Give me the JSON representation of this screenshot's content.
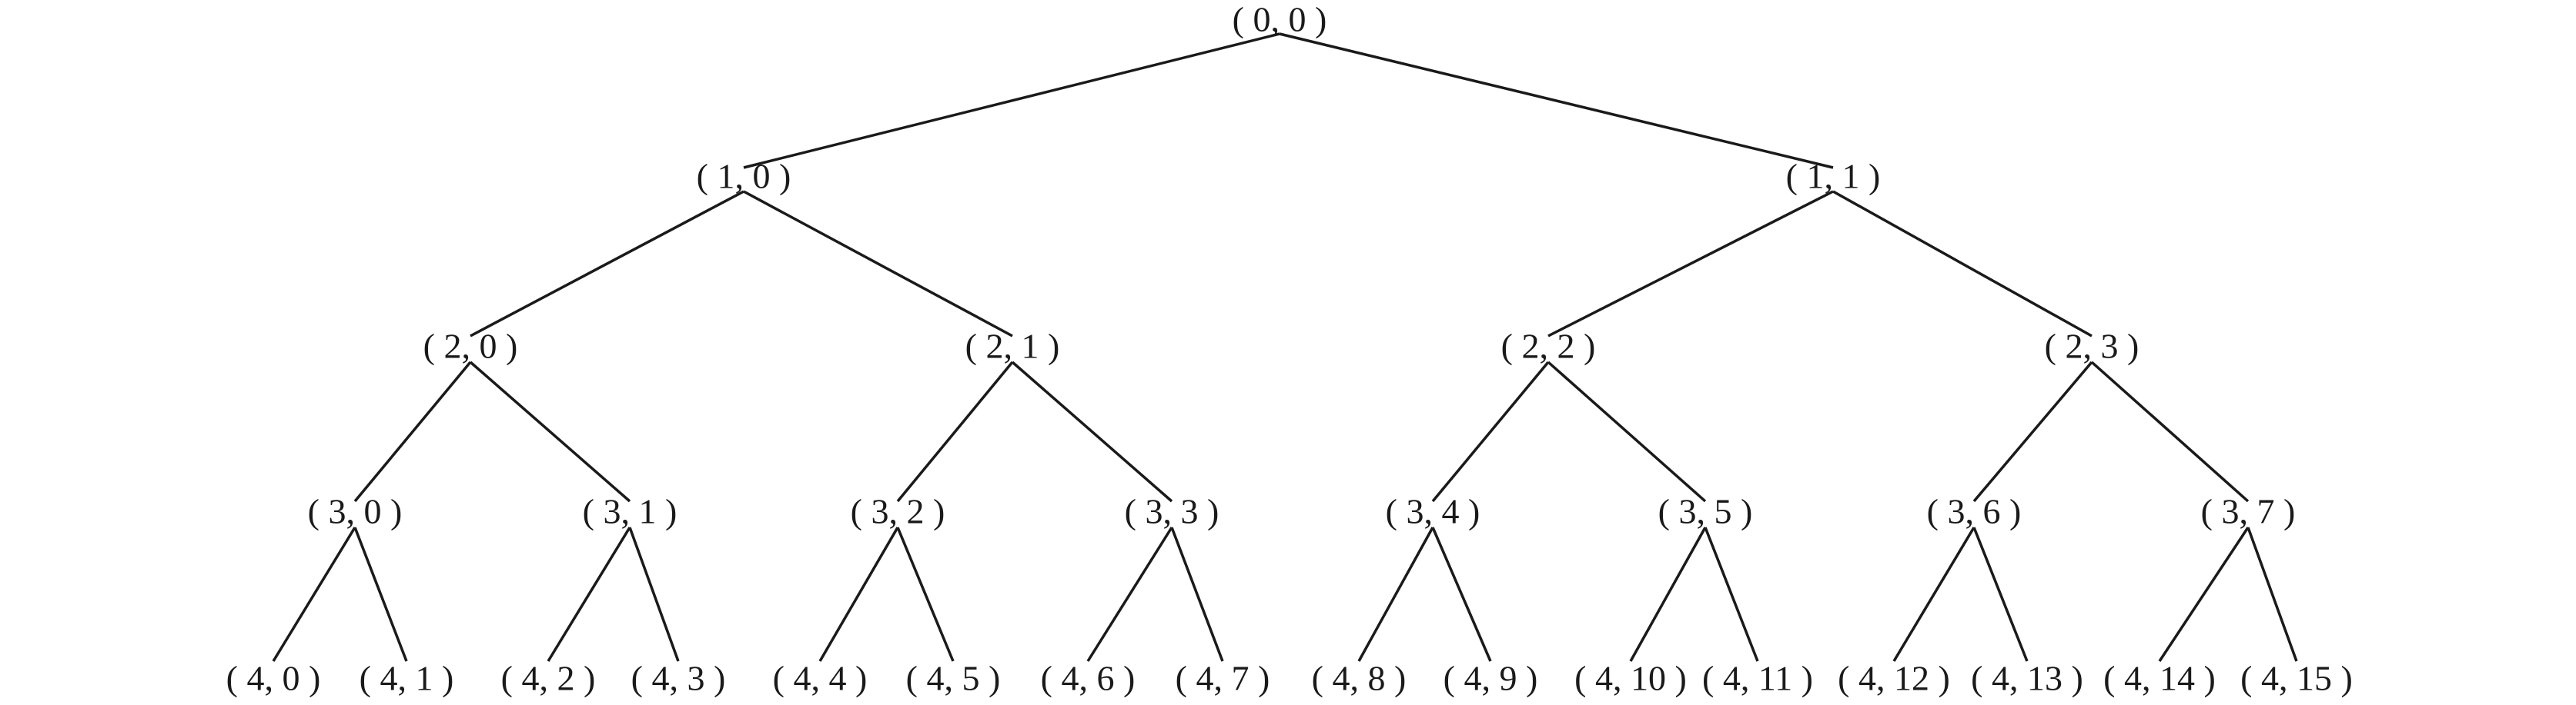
{
  "diagram": {
    "type": "binary-tree",
    "depth": 4,
    "colors": {
      "line": "#1a1a1a",
      "text": "#1a1a1a",
      "background": "#ffffff"
    },
    "levels": [
      {
        "level": 0,
        "nodes": [
          "( 0, 0 )"
        ]
      },
      {
        "level": 1,
        "nodes": [
          "( 1, 0 )",
          "( 1, 1 )"
        ]
      },
      {
        "level": 2,
        "nodes": [
          "( 2, 0 )",
          "( 2, 1 )",
          "( 2, 2 )",
          "( 2, 3 )"
        ]
      },
      {
        "level": 3,
        "nodes": [
          "( 3, 0 )",
          "( 3, 1 )",
          "( 3, 2 )",
          "( 3, 3 )",
          "( 3, 4 )",
          "( 3, 5 )",
          "( 3, 6 )",
          "( 3, 7 )"
        ]
      },
      {
        "level": 4,
        "nodes": [
          "( 4, 0 )",
          "( 4, 1 )",
          "( 4, 2 )",
          "( 4, 3 )",
          "( 4, 4 )",
          "( 4, 5 )",
          "( 4, 6 )",
          "( 4, 7 )",
          "( 4, 8 )",
          "( 4, 9 )",
          "( 4, 10 )",
          "( 4, 11 )",
          "( 4, 12 )",
          "( 4, 13 )",
          "( 4, 14 )",
          "( 4, 15 )"
        ]
      }
    ]
  }
}
